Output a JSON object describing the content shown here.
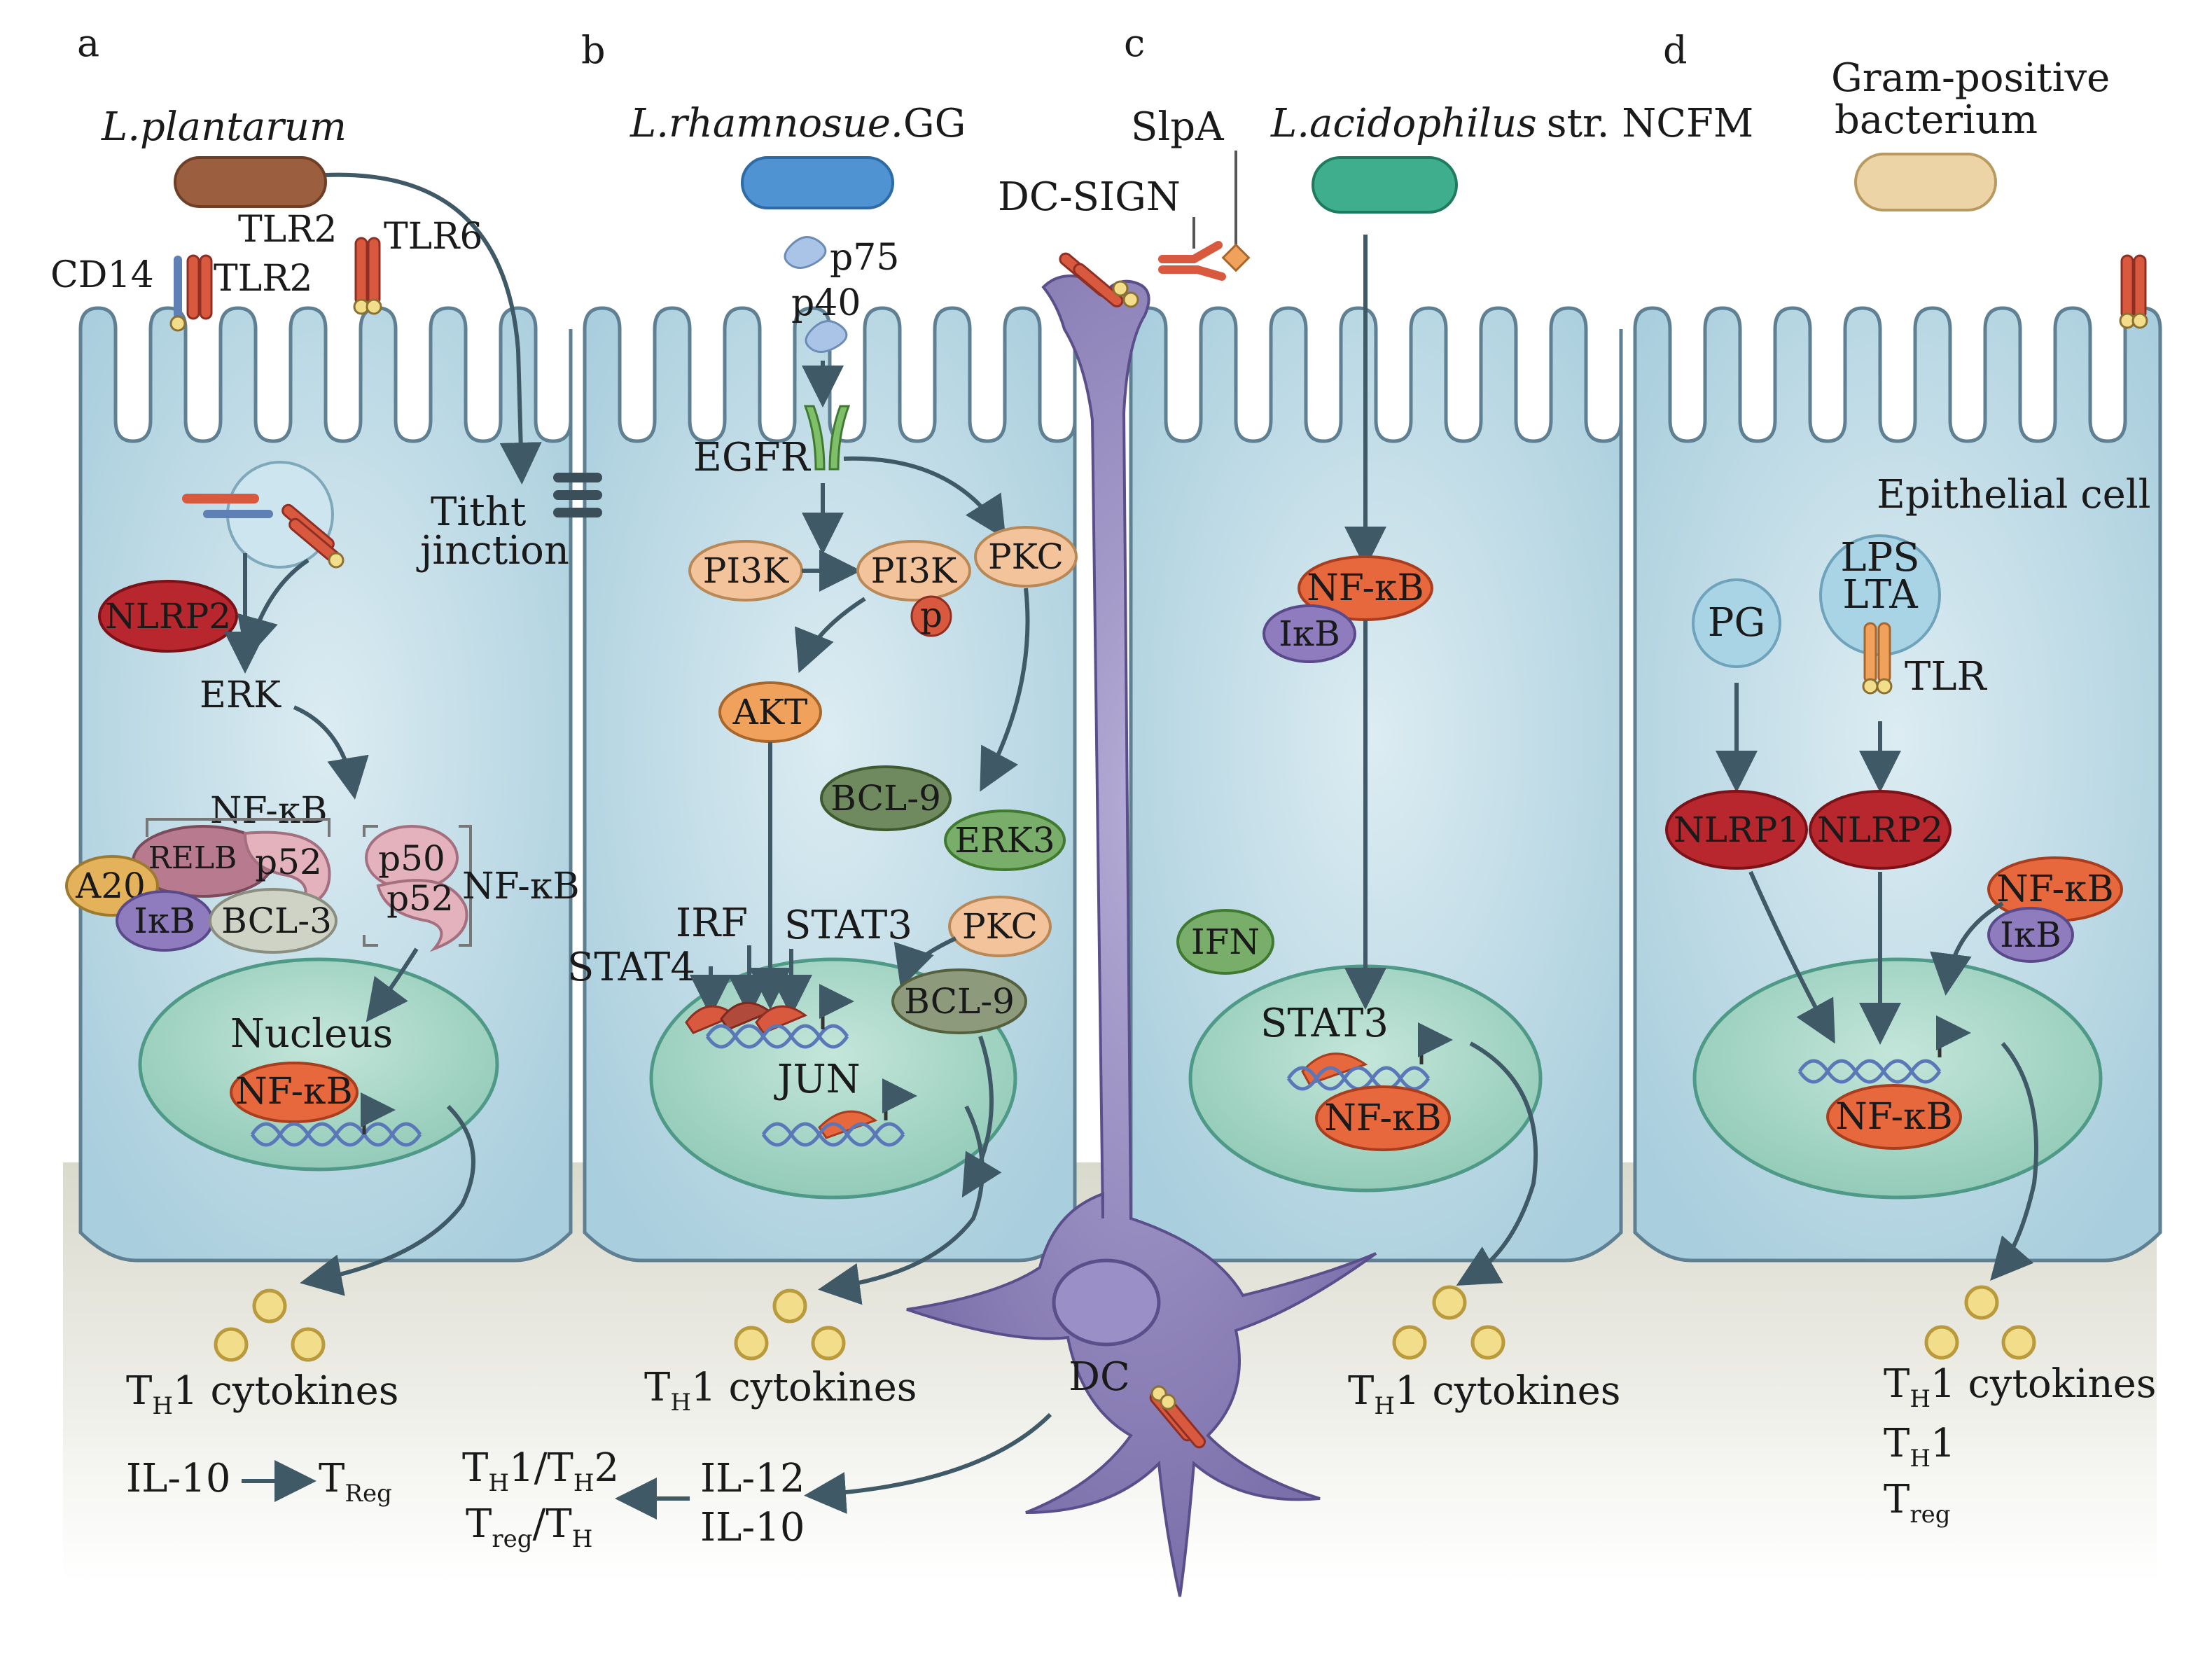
{
  "panels": {
    "a": {
      "letter": "a",
      "bacterium": "L.plantarum",
      "receptors": {
        "tlr2_a": "TLR2",
        "tlr6": "TLR6",
        "cd14": "CD14",
        "tlr2_b": "TLR2"
      },
      "tight_junction": {
        "line1": "Titht",
        "line2": "jinction"
      },
      "molecules": {
        "nlrp2": "NLRP2",
        "erk": "ERK",
        "nfkb_top": "NF-κB",
        "relb": "RELB",
        "p52": "p52",
        "a20": "A20",
        "ikb": "IκB",
        "bcl3": "BCL-3",
        "p50": "p50",
        "p52_b": "p52",
        "nfkb_side": "NF-κB"
      },
      "nucleus": {
        "label": "Nucleus",
        "factor": "NF-κB"
      },
      "cytokines": {
        "T": "T",
        "H": "H",
        "rest": "1 cytokines"
      },
      "output": {
        "il10": "IL-10",
        "T": "T",
        "Reg": "Reg"
      }
    },
    "b": {
      "letter": "b",
      "bacterium": {
        "species": "L.rhamnosue.",
        "strain": "GG"
      },
      "molecules": {
        "p75": "p75",
        "p40": "p40",
        "egfr": "EGFR",
        "pi3k": "PI3K",
        "pi3k_p": "PI3K",
        "p": "p",
        "pkc": "PKC",
        "akt": "AKT",
        "bcl9": "BCL-9",
        "erk3": "ERK3",
        "irf": "IRF",
        "stat3": "STAT3",
        "pkc2": "PKC",
        "stat4": "STAT4",
        "bcl9_2": "BCL-9",
        "jun": "JUN"
      },
      "cytokines": {
        "T": "T",
        "H": "H",
        "rest": "1 cytokines"
      }
    },
    "c": {
      "letter": "c",
      "slpa": "SlpA",
      "dc_sign": "DC-SIGN",
      "bacterium": {
        "species": "L.acidophilus",
        "strain": "str. NCFM"
      },
      "molecules": {
        "nfkb": "NF-κB",
        "ikb": "IκB",
        "ifn": "IFN",
        "stat3": "STAT3",
        "nfkb_nuc": "NF-κB"
      },
      "dc": "DC",
      "cytokines": {
        "T": "T",
        "H": "H",
        "rest": "1 cytokines"
      },
      "output": {
        "il12": "IL-12",
        "il10": "IL-10",
        "l1": {
          "T1": "T",
          "H1": "H",
          "mid": "1/T",
          "H2": "H",
          "end": "2"
        },
        "l2": {
          "T1": "T",
          "reg": "reg",
          "mid": "/T",
          "H": "H"
        }
      }
    },
    "d": {
      "letter": "d",
      "bacterium": {
        "line1": "Gram-positive",
        "line2": "bacterium"
      },
      "epithelial": "Epithelial cell",
      "molecules": {
        "lps": "LPS",
        "lta": "LTA",
        "pg": "PG",
        "tlr": "TLR",
        "nlrp1": "NLRP1",
        "nlrp2": "NLRP2",
        "nfkb": "NF-κB",
        "ikb": "IκB",
        "nfkb_nuc": "NF-κB"
      },
      "cytokines": {
        "T": "T",
        "H": "H",
        "rest": "1 cytokines"
      },
      "output": {
        "th1_T": "T",
        "th1_H": "H",
        "th1_1": "1",
        "treg_T": "T",
        "treg_reg": "reg"
      }
    }
  },
  "colors": {
    "cell": "#b9d7e4",
    "nucleus": "#a6d6c8",
    "dc": "#8c80b8",
    "nfkb": "#e8683e",
    "nlrp": "#b8262e",
    "pi3k": "#f3c39b",
    "green_mol": "#79ad6a",
    "ikb": "#8e7cbf",
    "cytokine": "#f2dd8a"
  }
}
